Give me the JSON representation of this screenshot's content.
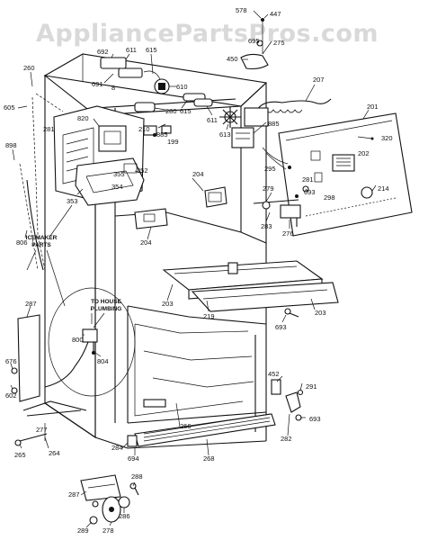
{
  "watermark": "AppliancePartsPros.com",
  "notes": {
    "icemaker": [
      "ICEMAKER",
      "PARTS"
    ],
    "plumbing": [
      "TO HOUSE",
      "PLUMBING"
    ]
  },
  "part_labels": [
    {
      "id": "lbl-578",
      "text": "578"
    },
    {
      "id": "lbl-447",
      "text": "447"
    },
    {
      "id": "lbl-695",
      "text": "695"
    },
    {
      "id": "lbl-275",
      "text": "275"
    },
    {
      "id": "lbl-450",
      "text": "450"
    },
    {
      "id": "lbl-207",
      "text": "207"
    },
    {
      "id": "lbl-692",
      "text": "692"
    },
    {
      "id": "lbl-611a",
      "text": "611"
    },
    {
      "id": "lbl-615a",
      "text": "615"
    },
    {
      "id": "lbl-260",
      "text": "260"
    },
    {
      "id": "lbl-691",
      "text": "691"
    },
    {
      "id": "lbl-8",
      "text": "8"
    },
    {
      "id": "lbl-610",
      "text": "610"
    },
    {
      "id": "lbl-605",
      "text": "605"
    },
    {
      "id": "lbl-820",
      "text": "820"
    },
    {
      "id": "lbl-280",
      "text": "280"
    },
    {
      "id": "lbl-615b",
      "text": "615"
    },
    {
      "id": "lbl-611b",
      "text": "611"
    },
    {
      "id": "lbl-613",
      "text": "613"
    },
    {
      "id": "lbl-885a",
      "text": "885"
    },
    {
      "id": "lbl-201",
      "text": "201"
    },
    {
      "id": "lbl-281",
      "text": "281"
    },
    {
      "id": "lbl-210",
      "text": "210"
    },
    {
      "id": "lbl-885b",
      "text": "885"
    },
    {
      "id": "lbl-199",
      "text": "199"
    },
    {
      "id": "lbl-320",
      "text": "320"
    },
    {
      "id": "lbl-898",
      "text": "898"
    },
    {
      "id": "lbl-295",
      "text": "295"
    },
    {
      "id": "lbl-202",
      "text": "202"
    },
    {
      "id": "lbl-352",
      "text": "352"
    },
    {
      "id": "lbl-355",
      "text": "355"
    },
    {
      "id": "lbl-354",
      "text": "354"
    },
    {
      "id": "lbl-353",
      "text": "353"
    },
    {
      "id": "lbl-204a",
      "text": "204"
    },
    {
      "id": "lbl-279",
      "text": "279"
    },
    {
      "id": "lbl-281b",
      "text": "281"
    },
    {
      "id": "lbl-693a",
      "text": "693"
    },
    {
      "id": "lbl-298",
      "text": "298"
    },
    {
      "id": "lbl-214",
      "text": "214"
    },
    {
      "id": "lbl-806",
      "text": "806"
    },
    {
      "id": "lbl-204b",
      "text": "204"
    },
    {
      "id": "lbl-283",
      "text": "283"
    },
    {
      "id": "lbl-276",
      "text": "276"
    },
    {
      "id": "lbl-203a",
      "text": "203"
    },
    {
      "id": "lbl-219",
      "text": "219"
    },
    {
      "id": "lbl-203b",
      "text": "203"
    },
    {
      "id": "lbl-287",
      "text": "287"
    },
    {
      "id": "lbl-693b",
      "text": "693"
    },
    {
      "id": "lbl-800",
      "text": "800"
    },
    {
      "id": "lbl-804",
      "text": "804"
    },
    {
      "id": "lbl-676",
      "text": "676"
    },
    {
      "id": "lbl-602",
      "text": "602"
    },
    {
      "id": "lbl-452",
      "text": "452"
    },
    {
      "id": "lbl-291",
      "text": "291"
    },
    {
      "id": "lbl-277",
      "text": "277"
    },
    {
      "id": "lbl-266",
      "text": "266"
    },
    {
      "id": "lbl-282",
      "text": "282"
    },
    {
      "id": "lbl-693c",
      "text": "693"
    },
    {
      "id": "lbl-265",
      "text": "265"
    },
    {
      "id": "lbl-264",
      "text": "264"
    },
    {
      "id": "lbl-284",
      "text": "284"
    },
    {
      "id": "lbl-694",
      "text": "694"
    },
    {
      "id": "lbl-268",
      "text": "268"
    },
    {
      "id": "lbl-287b",
      "text": "287"
    },
    {
      "id": "lbl-288",
      "text": "288"
    },
    {
      "id": "lbl-286",
      "text": "286"
    },
    {
      "id": "lbl-289",
      "text": "289"
    },
    {
      "id": "lbl-278",
      "text": "278"
    }
  ]
}
